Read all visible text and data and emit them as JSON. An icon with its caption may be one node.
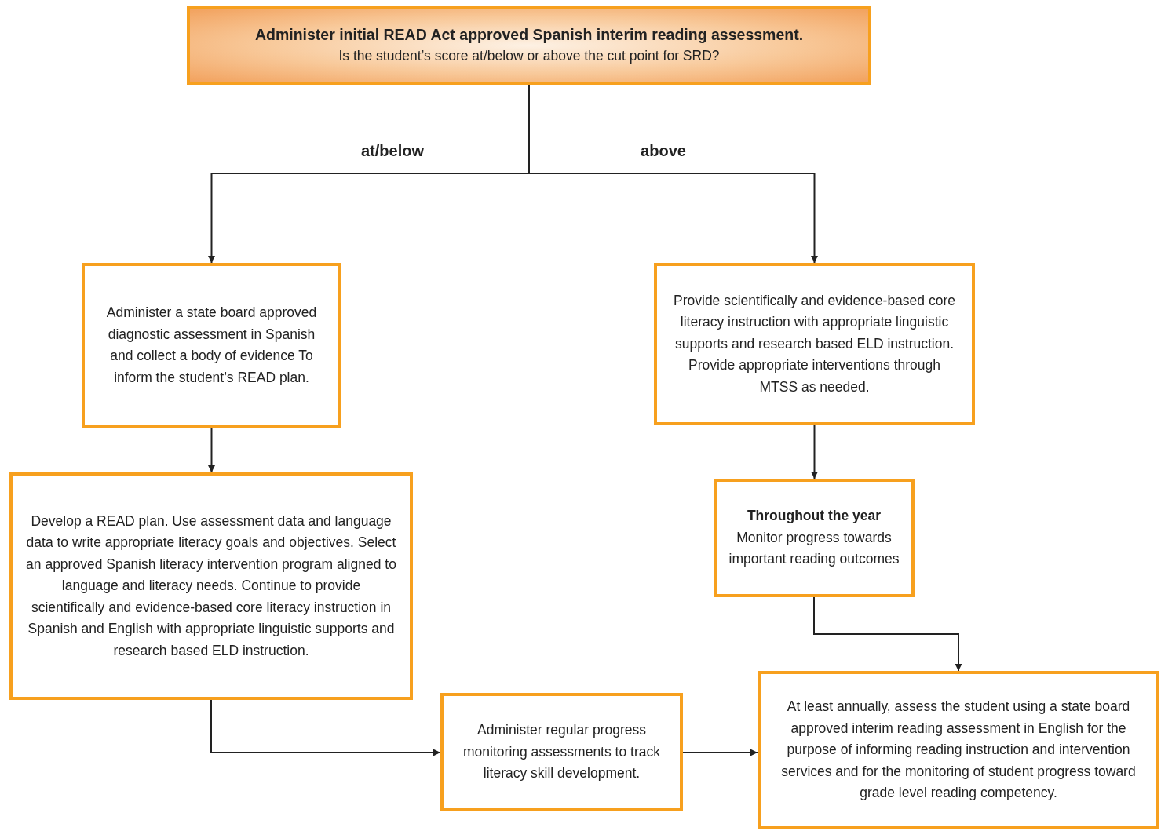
{
  "diagram": {
    "nodes": [
      {
        "text": [
          "Administer initial READ Act approved Spanish interim reading assessment.",
          "Is the student’s score at/below or above the cut point for SRD?"
        ]
      },
      {
        "text": [
          "Administer a state board approved diagnostic assessment in Spanish and collect a body of evidence To inform the student’s READ plan."
        ]
      },
      {
        "text": [
          "Provide scientifically and evidence-based core literacy instruction with appropriate linguistic supports and research based ELD instruction. Provide appropriate interventions through MTSS as needed."
        ]
      },
      {
        "text": [
          "Develop a READ plan. Use assessment data and language data to write appropriate literacy goals and objectives. Select an approved Spanish literacy intervention program aligned to language and literacy needs. Continue to provide scientifically and evidence-based core literacy instruction in Spanish and English with appropriate linguistic supports and research based ELD instruction."
        ]
      },
      {
        "text": [
          "Throughout the year",
          "Monitor progress towards important reading outcomes"
        ]
      },
      {
        "text": [
          "Administer regular progress monitoring assessments to track literacy skill development."
        ]
      },
      {
        "text": [
          "At least annually, assess the student using a state board approved interim reading assessment in English for the purpose of informing reading instruction and intervention services and for the monitoring of student progress toward grade level reading competency."
        ]
      }
    ],
    "edges": [
      {
        "from": 0,
        "to": 1,
        "arrow": "to",
        "label": "at/below"
      },
      {
        "from": 0,
        "to": 2,
        "arrow": "to",
        "label": "above"
      },
      {
        "from": 1,
        "to": 3,
        "arrow": "to"
      },
      {
        "from": 2,
        "to": 4,
        "arrow": "to"
      },
      {
        "from": 4,
        "to": 6,
        "arrow": "to"
      },
      {
        "from": 3,
        "to": 5,
        "arrow": "to"
      },
      {
        "from": 5,
        "to": 6,
        "arrow": "to"
      }
    ]
  }
}
